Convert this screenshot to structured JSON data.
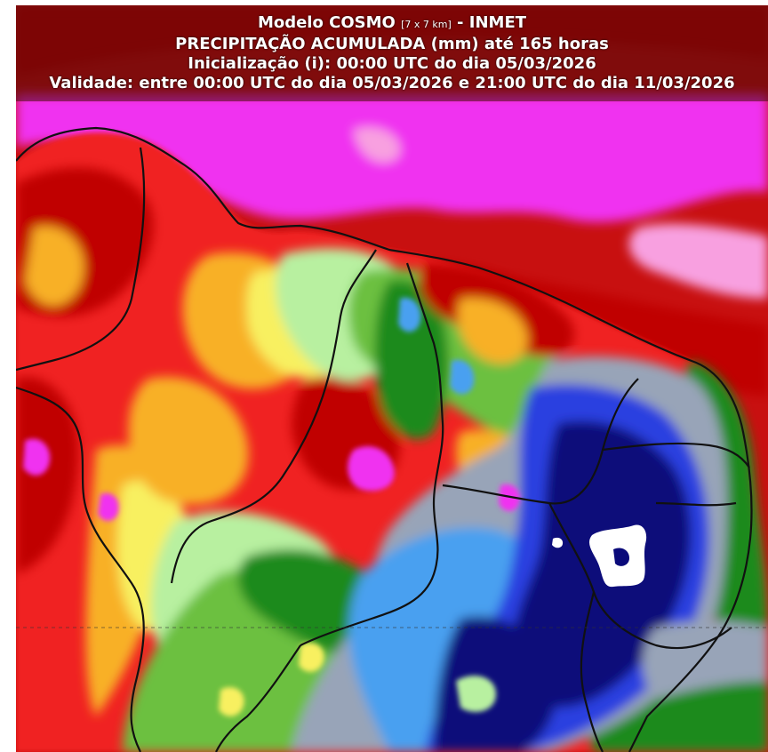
{
  "title": {
    "model": "Modelo COSMO",
    "resolution": "[7 x 7 km]",
    "agency": "- INMET",
    "product": "PRECIPITAÇÃO ACUMULADA (mm) até 165 horas",
    "init": "Inicialização (i): 00:00 UTC do dia 05/03/2026",
    "validity": "Validade: entre 00:00 UTC do dia 05/03/2026 e 21:00 UTC do dia 11/03/2026"
  },
  "colors": {
    "white": "#ffffff",
    "navy": "#0a0a7a",
    "blue": "#2b3fe0",
    "light_blue": "#4aa0f0",
    "gray": "#98a4b8",
    "dark_green": "#1e8a1e",
    "green": "#6cc040",
    "light_green": "#b8f0a0",
    "yellow": "#f8f060",
    "orange": "#f8b028",
    "red": "#f02020",
    "dark_red": "#c00000",
    "magenta": "#f030f0",
    "pink": "#f8a0e0",
    "ocean_red": "#c81010"
  }
}
